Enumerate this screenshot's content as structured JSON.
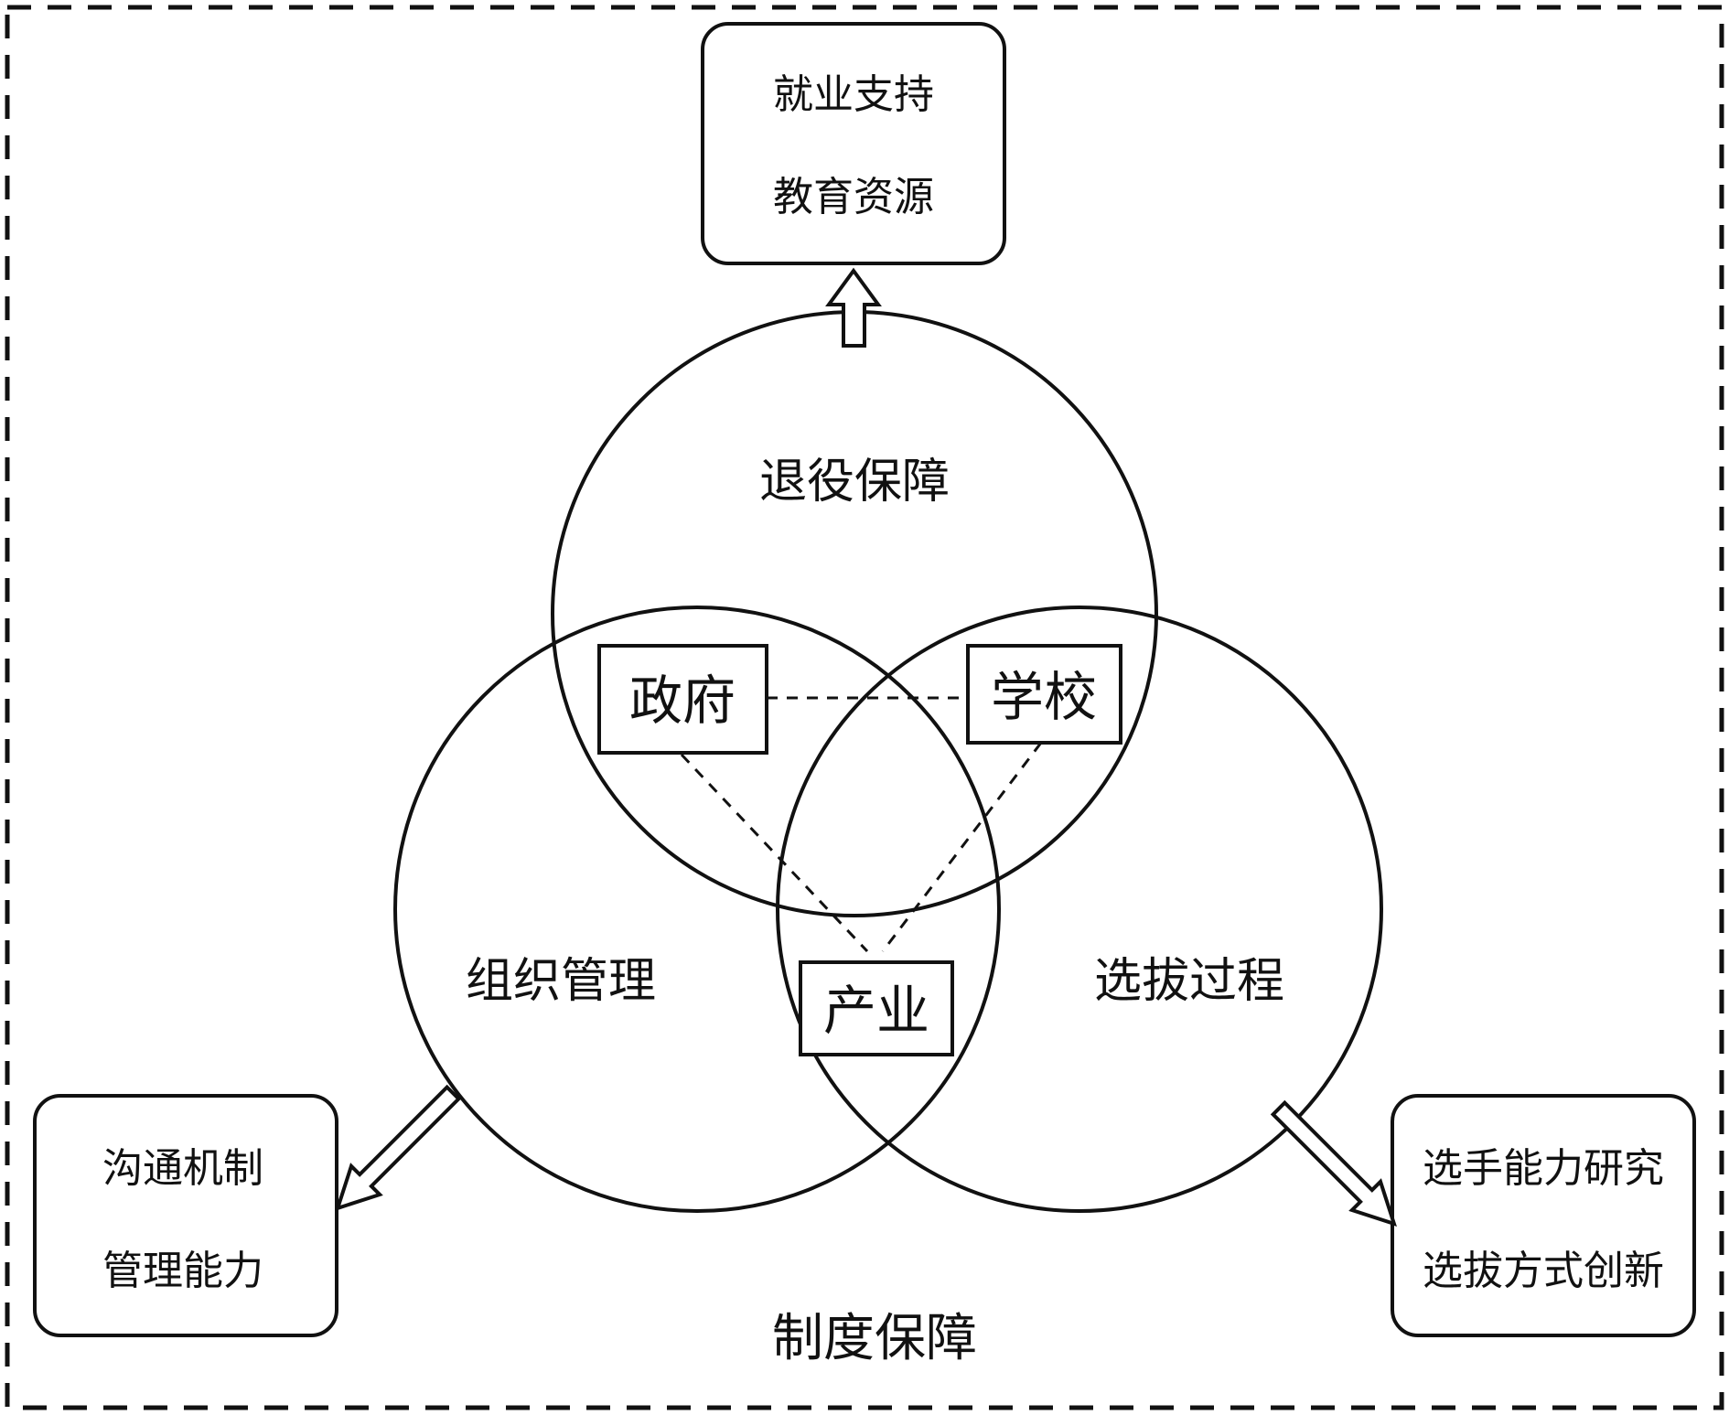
{
  "top_box": {
    "line1": "就业支持",
    "line2": "教育资源"
  },
  "left_box": {
    "line1": "沟通机制",
    "line2": "管理能力"
  },
  "right_box": {
    "line1": "选手能力研究",
    "line2": "选拔方式创新"
  },
  "circles": {
    "top": "退役保障",
    "left": "组织管理",
    "right": "选拔过程"
  },
  "actors": {
    "government": "政府",
    "school": "学校",
    "industry": "产业"
  },
  "bottom_label": "制度保障"
}
